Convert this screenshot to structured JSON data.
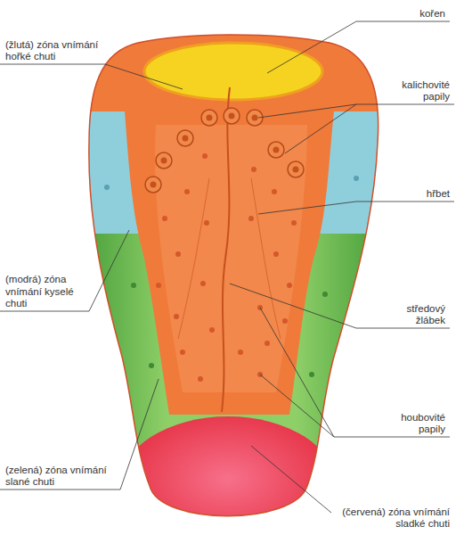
{
  "diagram": {
    "labels": [
      "kořen",
      "(žlutá) zóna vnímání hořké chuti",
      "kalichovité papily",
      "hřbet",
      "(modrá) zóna vnímání kyselé chuti",
      "středový žlábek",
      "houbovité papily",
      "(zelená) zóna vnímání slané chuti",
      "(červená) zóna vnímání sladké chuti"
    ]
  }
}
